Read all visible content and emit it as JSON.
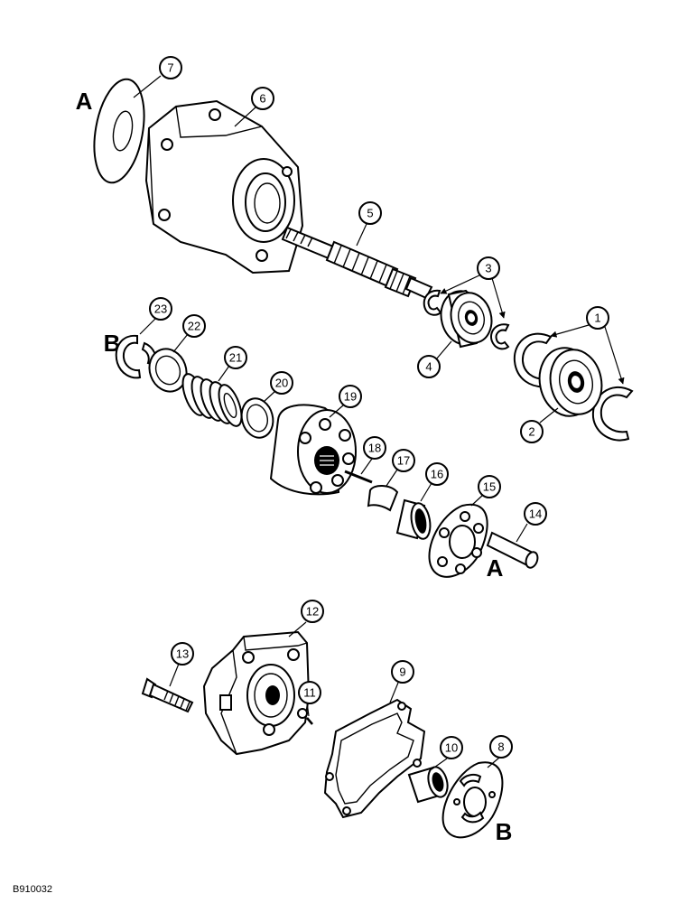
{
  "callouts": [
    "1",
    "2",
    "3",
    "4",
    "5",
    "6",
    "7",
    "8",
    "9",
    "10",
    "11",
    "12",
    "13",
    "14",
    "15",
    "16",
    "17",
    "18",
    "19",
    "20",
    "21",
    "22",
    "23"
  ],
  "view_letters": {
    "a_top": "A",
    "a_mid": "A",
    "b_mid": "B",
    "b_bottom": "B"
  },
  "figure_code": "B910032"
}
